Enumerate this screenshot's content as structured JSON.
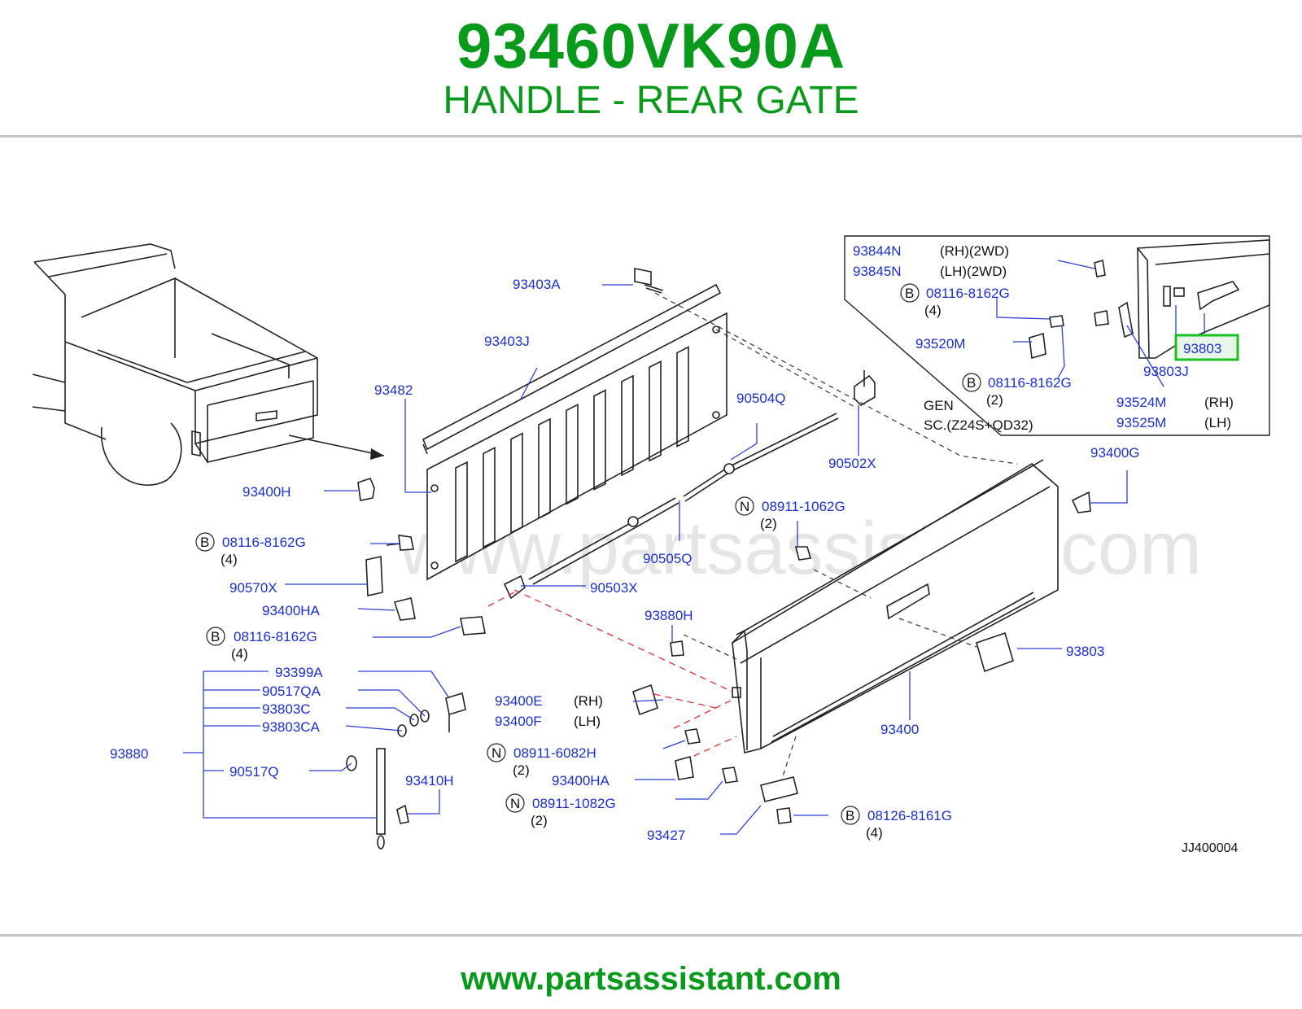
{
  "header": {
    "part_number": "93460VK90A",
    "part_name": "HANDLE - REAR GATE"
  },
  "footer": {
    "url": "www.partsassistant.com"
  },
  "watermark": "www.partsassistant.com",
  "colors": {
    "title_green": "#0a9a1b",
    "label_blue": "#1a2fd0",
    "highlight_green": "#19c21e",
    "divider_gray": "#c4c4c4"
  },
  "diagram_code": "JJ400004",
  "callouts": {
    "p93844N": "93844N",
    "p93844N_note": "(RH)(2WD)",
    "p93845N": "93845N",
    "p93845N_note": "(LH)(2WD)",
    "inset_bolt1_letter": "B",
    "inset_bolt1": "08116-8162G",
    "inset_bolt1_qty": "(4)",
    "p93520M": "93520M",
    "inset_bolt2_letter": "B",
    "inset_bolt2": "08116-8162G",
    "inset_bolt2_qty": "(2)",
    "gen": "GEN",
    "sc": "SC.(Z24S+QD32)",
    "p93803_highlight": "93803",
    "p93803J": "93803J",
    "p93524M": "93524M",
    "p93524M_note": "(RH)",
    "p93525M": "93525M",
    "p93525M_note": "(LH)",
    "p93403A": "93403A",
    "p93403J": "93403J",
    "p93482": "93482",
    "p90504Q": "90504Q",
    "p90502X": "90502X",
    "p93400G": "93400G",
    "p93400H": "93400H",
    "bolt_a_letter": "B",
    "bolt_a": "08116-8162G",
    "bolt_a_qty": "(4)",
    "p90570X": "90570X",
    "p93400HA_top": "93400HA",
    "bolt_b_letter": "B",
    "bolt_b": "08116-8162G",
    "bolt_b_qty": "(4)",
    "nut_a_letter": "N",
    "nut_a": "08911-1062G",
    "nut_a_qty": "(2)",
    "p90505Q": "90505Q",
    "p90503X": "90503X",
    "p93880H": "93880H",
    "p93803": "93803",
    "p93399A": "93399A",
    "p90517QA": "90517QA",
    "p93803C": "93803C",
    "p93803CA": "93803CA",
    "p93880": "93880",
    "p90517Q": "90517Q",
    "p93410H": "93410H",
    "p93400E": "93400E",
    "p93400E_note": "(RH)",
    "p93400F": "93400F",
    "p93400F_note": "(LH)",
    "nut_b_letter": "N",
    "nut_b": "08911-6082H",
    "nut_b_qty": "(2)",
    "p93400HA_bottom": "93400HA",
    "nut_c_letter": "N",
    "nut_c": "08911-1082G",
    "nut_c_qty": "(2)",
    "p93427": "93427",
    "p93400": "93400",
    "bolt_c_letter": "B",
    "bolt_c": "08126-8161G",
    "bolt_c_qty": "(4)"
  }
}
